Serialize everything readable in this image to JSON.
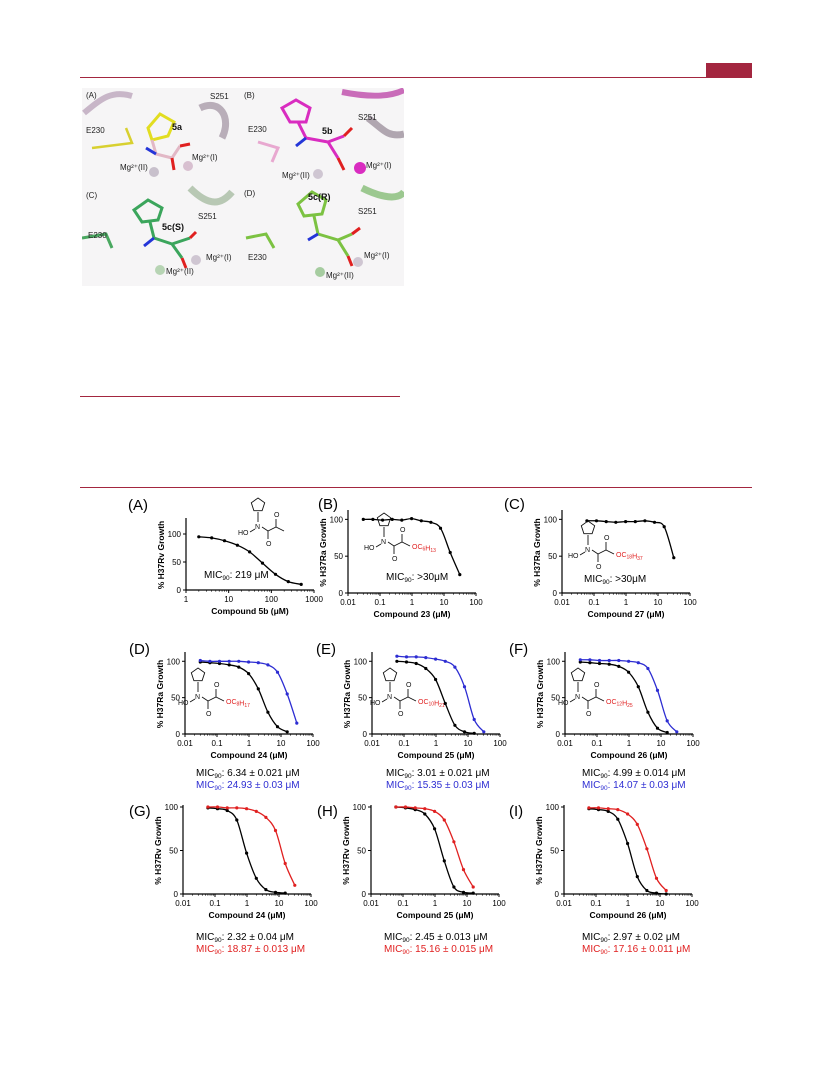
{
  "structure_figure": {
    "panels": [
      {
        "label": "(A)",
        "ligand": "5a",
        "residues": [
          "S251",
          "E230"
        ],
        "mg": [
          "Mg²⁺(I)",
          "Mg²⁺(II)"
        ],
        "color": "#d6d31c"
      },
      {
        "label": "(B)",
        "ligand": "5b",
        "residues": [
          "S251",
          "E230"
        ],
        "mg": [
          "Mg²⁺(I)",
          "Mg²⁺(II)"
        ],
        "color": "#d92cc0"
      },
      {
        "label": "(C)",
        "ligand": "5c(S)",
        "residues": [
          "S251",
          "E230"
        ],
        "mg": [
          "Mg²⁺(I)",
          "Mg²⁺(II)"
        ],
        "color": "#3ba55c"
      },
      {
        "label": "(D)",
        "ligand": "5c(R)",
        "residues": [
          "S251",
          "E230"
        ],
        "mg": [
          "Mg²⁺(I)",
          "Mg²⁺(II)"
        ],
        "color": "#7cc242"
      }
    ]
  },
  "chart_data": [
    {
      "label": "(A)",
      "type": "line",
      "xscale": "log",
      "xlim": [
        1,
        1000
      ],
      "ylim": [
        0,
        125
      ],
      "yticks": [
        0,
        50,
        100
      ],
      "xticks": [
        "1",
        "10",
        "100",
        "1000"
      ],
      "xlabel": "Compound 5b (μM)",
      "ylabel": "% H37Rv Growth",
      "chem_sub": "",
      "mic": [
        {
          "prefix": "MIC",
          "sub": "90",
          "value": ": 219 μM",
          "color": "#000000"
        }
      ],
      "series": [
        {
          "color": "#000000",
          "x": [
            2,
            4,
            8,
            16,
            31,
            62,
            125,
            250,
            500
          ],
          "y": [
            95,
            93,
            88,
            80,
            68,
            48,
            28,
            15,
            10
          ]
        }
      ]
    },
    {
      "label": "(B)",
      "type": "line",
      "xscale": "log",
      "xlim": [
        0.01,
        100
      ],
      "ylim": [
        0,
        110
      ],
      "yticks": [
        0,
        50,
        100
      ],
      "xticks": [
        "0.01",
        "0.1",
        "1",
        "10",
        "100"
      ],
      "xlabel": "Compound 23 (μM)",
      "ylabel": "% H37Ra Growth",
      "chem_sub": "OC6H13",
      "mic": [
        {
          "prefix": "MIC",
          "sub": "90",
          "value": ": >30μM",
          "color": "#000000"
        }
      ],
      "series": [
        {
          "color": "#000000",
          "x": [
            0.03,
            0.06,
            0.12,
            0.24,
            0.48,
            0.97,
            1.95,
            3.9,
            7.8,
            15.6,
            31.2
          ],
          "y": [
            100,
            100,
            99,
            100,
            99,
            101,
            98,
            96,
            88,
            55,
            25
          ]
        }
      ]
    },
    {
      "label": "(C)",
      "type": "line",
      "xscale": "log",
      "xlim": [
        0.01,
        100
      ],
      "ylim": [
        0,
        110
      ],
      "yticks": [
        0,
        50,
        100
      ],
      "xticks": [
        "0.01",
        "0.1",
        "1",
        "10",
        "100"
      ],
      "xlabel": "Compound 27 (μM)",
      "ylabel": "% H37Ra Growth",
      "chem_sub": "OC18H37",
      "mic": [
        {
          "prefix": "MIC",
          "sub": "90",
          "value": ": >30μM",
          "color": "#000000"
        }
      ],
      "series": [
        {
          "color": "#000000",
          "x": [
            0.06,
            0.12,
            0.24,
            0.48,
            0.97,
            1.95,
            3.9,
            7.8,
            15.6,
            31.2
          ],
          "y": [
            98,
            98,
            97,
            96,
            97,
            97,
            98,
            96,
            90,
            48
          ]
        }
      ]
    },
    {
      "label": "(D)",
      "type": "line",
      "xscale": "log",
      "xlim": [
        0.01,
        100
      ],
      "ylim": [
        0,
        110
      ],
      "yticks": [
        0,
        50,
        100
      ],
      "xticks": [
        "0.01",
        "0.1",
        "1",
        "10",
        "100"
      ],
      "xlabel": "Compound 24 (μM)",
      "ylabel": "% H37Ra Growth",
      "chem_sub": "OC8H17",
      "mic": [
        {
          "prefix": "MIC",
          "sub": "90",
          "value": ":  6.34 ± 0.021 μM",
          "color": "#000000"
        },
        {
          "prefix": "MIC",
          "sub": "90",
          "value": ":  24.93 ± 0.03 μM",
          "color": "#2d2dd2"
        }
      ],
      "series": [
        {
          "color": "#000000",
          "x": [
            0.03,
            0.06,
            0.12,
            0.24,
            0.48,
            0.97,
            1.95,
            3.9,
            7.8,
            15.6
          ],
          "y": [
            99,
            98,
            97,
            95,
            92,
            83,
            62,
            30,
            10,
            3
          ]
        },
        {
          "color": "#2d2dd2",
          "x": [
            0.03,
            0.06,
            0.12,
            0.24,
            0.48,
            0.97,
            1.95,
            3.9,
            7.8,
            15.6,
            31.2
          ],
          "y": [
            101,
            100,
            100,
            100,
            100,
            99,
            98,
            95,
            85,
            55,
            15
          ]
        }
      ]
    },
    {
      "label": "(E)",
      "type": "line",
      "xscale": "log",
      "xlim": [
        0.01,
        100
      ],
      "ylim": [
        0,
        110
      ],
      "yticks": [
        0,
        50,
        100
      ],
      "xticks": [
        "0.01",
        "0.1",
        "1",
        "10",
        "100"
      ],
      "xlabel": "Compound 25 (μM)",
      "ylabel": "% H37Ra Growth",
      "chem_sub": "OC10H21",
      "mic": [
        {
          "prefix": "MIC",
          "sub": "90",
          "value": ":  3.01 ± 0.021 μM",
          "color": "#000000"
        },
        {
          "prefix": "MIC",
          "sub": "90",
          "value": ":  15.35 ± 0.03 μM",
          "color": "#2d2dd2"
        }
      ],
      "series": [
        {
          "color": "#000000",
          "x": [
            0.06,
            0.12,
            0.24,
            0.48,
            0.97,
            1.95,
            3.9,
            7.8,
            15.6
          ],
          "y": [
            100,
            99,
            97,
            90,
            75,
            42,
            12,
            3,
            1
          ]
        },
        {
          "color": "#2d2dd2",
          "x": [
            0.06,
            0.12,
            0.24,
            0.48,
            0.97,
            1.95,
            3.9,
            7.8,
            15.6,
            31.2
          ],
          "y": [
            107,
            106,
            106,
            105,
            103,
            100,
            92,
            65,
            20,
            3
          ]
        }
      ]
    },
    {
      "label": "(F)",
      "type": "line",
      "xscale": "log",
      "xlim": [
        0.01,
        100
      ],
      "ylim": [
        0,
        110
      ],
      "yticks": [
        0,
        50,
        100
      ],
      "xticks": [
        "0.01",
        "0.1",
        "1",
        "10",
        "100"
      ],
      "xlabel": "Compound 26 (μM)",
      "ylabel": "% H37Ra Growth",
      "chem_sub": "OC12H25",
      "mic": [
        {
          "prefix": "MIC",
          "sub": "90",
          "value": ":  4.99 ± 0.014 μM",
          "color": "#000000"
        },
        {
          "prefix": "MIC",
          "sub": "90",
          "value": ":  14.07 ± 0.03 μM",
          "color": "#2d2dd2"
        }
      ],
      "series": [
        {
          "color": "#000000",
          "x": [
            0.03,
            0.06,
            0.12,
            0.24,
            0.48,
            0.97,
            1.95,
            3.9,
            7.8,
            15.6
          ],
          "y": [
            99,
            98,
            97,
            96,
            93,
            85,
            65,
            30,
            8,
            2
          ]
        },
        {
          "color": "#2d2dd2",
          "x": [
            0.03,
            0.06,
            0.12,
            0.24,
            0.48,
            0.97,
            1.95,
            3.9,
            7.8,
            15.6,
            31.2
          ],
          "y": [
            102,
            102,
            101,
            101,
            101,
            100,
            98,
            90,
            60,
            18,
            3
          ]
        }
      ]
    },
    {
      "label": "(G)",
      "type": "line",
      "xscale": "log",
      "xlim": [
        0.01,
        100
      ],
      "ylim": [
        0,
        100
      ],
      "yticks": [
        0,
        50,
        100
      ],
      "xticks": [
        "0.01",
        "0.1",
        "1",
        "10",
        "100"
      ],
      "xlabel": "Compound 24 (μM)",
      "ylabel": "% H37Rv Growth",
      "chem_sub": "",
      "mic": [
        {
          "prefix": "MIC",
          "sub": "90",
          "value": ": 2.32 ± 0.04  μM",
          "color": "#000000"
        },
        {
          "prefix": "MIC",
          "sub": "90",
          "value": ": 18.87 ± 0.013 μM",
          "color": "#e02020"
        }
      ],
      "series": [
        {
          "color": "#000000",
          "x": [
            0.06,
            0.12,
            0.24,
            0.48,
            0.97,
            1.95,
            3.9,
            7.8,
            15.6
          ],
          "y": [
            99,
            98,
            96,
            85,
            47,
            18,
            5,
            2,
            1
          ]
        },
        {
          "color": "#e02020",
          "x": [
            0.06,
            0.12,
            0.24,
            0.48,
            0.97,
            1.95,
            3.9,
            7.8,
            15.6,
            31.2
          ],
          "y": [
            100,
            100,
            99,
            99,
            98,
            95,
            88,
            73,
            35,
            10
          ]
        }
      ]
    },
    {
      "label": "(H)",
      "type": "line",
      "xscale": "log",
      "xlim": [
        0.01,
        100
      ],
      "ylim": [
        0,
        100
      ],
      "yticks": [
        0,
        50,
        100
      ],
      "xticks": [
        "0.01",
        "0.1",
        "1",
        "10",
        "100"
      ],
      "xlabel": "Compound 25 (μM)",
      "ylabel": "% H37Rv Growth",
      "chem_sub": "",
      "mic": [
        {
          "prefix": "MIC",
          "sub": "90",
          "value": ": 2.45 ± 0.013 μM",
          "color": "#000000"
        },
        {
          "prefix": "MIC",
          "sub": "90",
          "value": ": 15.16 ±  0.015 μM",
          "color": "#e02020"
        }
      ],
      "series": [
        {
          "color": "#000000",
          "x": [
            0.06,
            0.12,
            0.24,
            0.48,
            0.97,
            1.95,
            3.9,
            7.8,
            15.6
          ],
          "y": [
            100,
            99,
            97,
            92,
            75,
            38,
            8,
            2,
            1
          ]
        },
        {
          "color": "#e02020",
          "x": [
            0.06,
            0.12,
            0.24,
            0.48,
            0.97,
            1.95,
            3.9,
            7.8,
            15.6
          ],
          "y": [
            100,
            100,
            99,
            98,
            95,
            85,
            60,
            28,
            8
          ]
        }
      ]
    },
    {
      "label": "(I)",
      "type": "line",
      "xscale": "log",
      "xlim": [
        0.01,
        100
      ],
      "ylim": [
        0,
        100
      ],
      "yticks": [
        0,
        50,
        100
      ],
      "xticks": [
        "0.01",
        "0.1",
        "1",
        "10",
        "100"
      ],
      "xlabel": "Compound 26 (μM)",
      "ylabel": "% H37Rv Growth",
      "chem_sub": "",
      "mic": [
        {
          "prefix": "MIC",
          "sub": "90",
          "value": ":  2.97 ± 0.02 μM",
          "color": "#000000"
        },
        {
          "prefix": "MIC",
          "sub": "90",
          "value": ": 17.16 ± 0.011 μM",
          "color": "#e02020"
        }
      ],
      "series": [
        {
          "color": "#000000",
          "x": [
            0.06,
            0.12,
            0.24,
            0.48,
            0.97,
            1.95,
            3.9,
            7.8,
            15.6
          ],
          "y": [
            98,
            97,
            95,
            86,
            58,
            20,
            4,
            1,
            0
          ]
        },
        {
          "color": "#e02020",
          "x": [
            0.06,
            0.12,
            0.24,
            0.48,
            0.97,
            1.95,
            3.9,
            7.8,
            15.6
          ],
          "y": [
            99,
            99,
            98,
            97,
            92,
            80,
            52,
            18,
            4
          ]
        }
      ]
    }
  ]
}
